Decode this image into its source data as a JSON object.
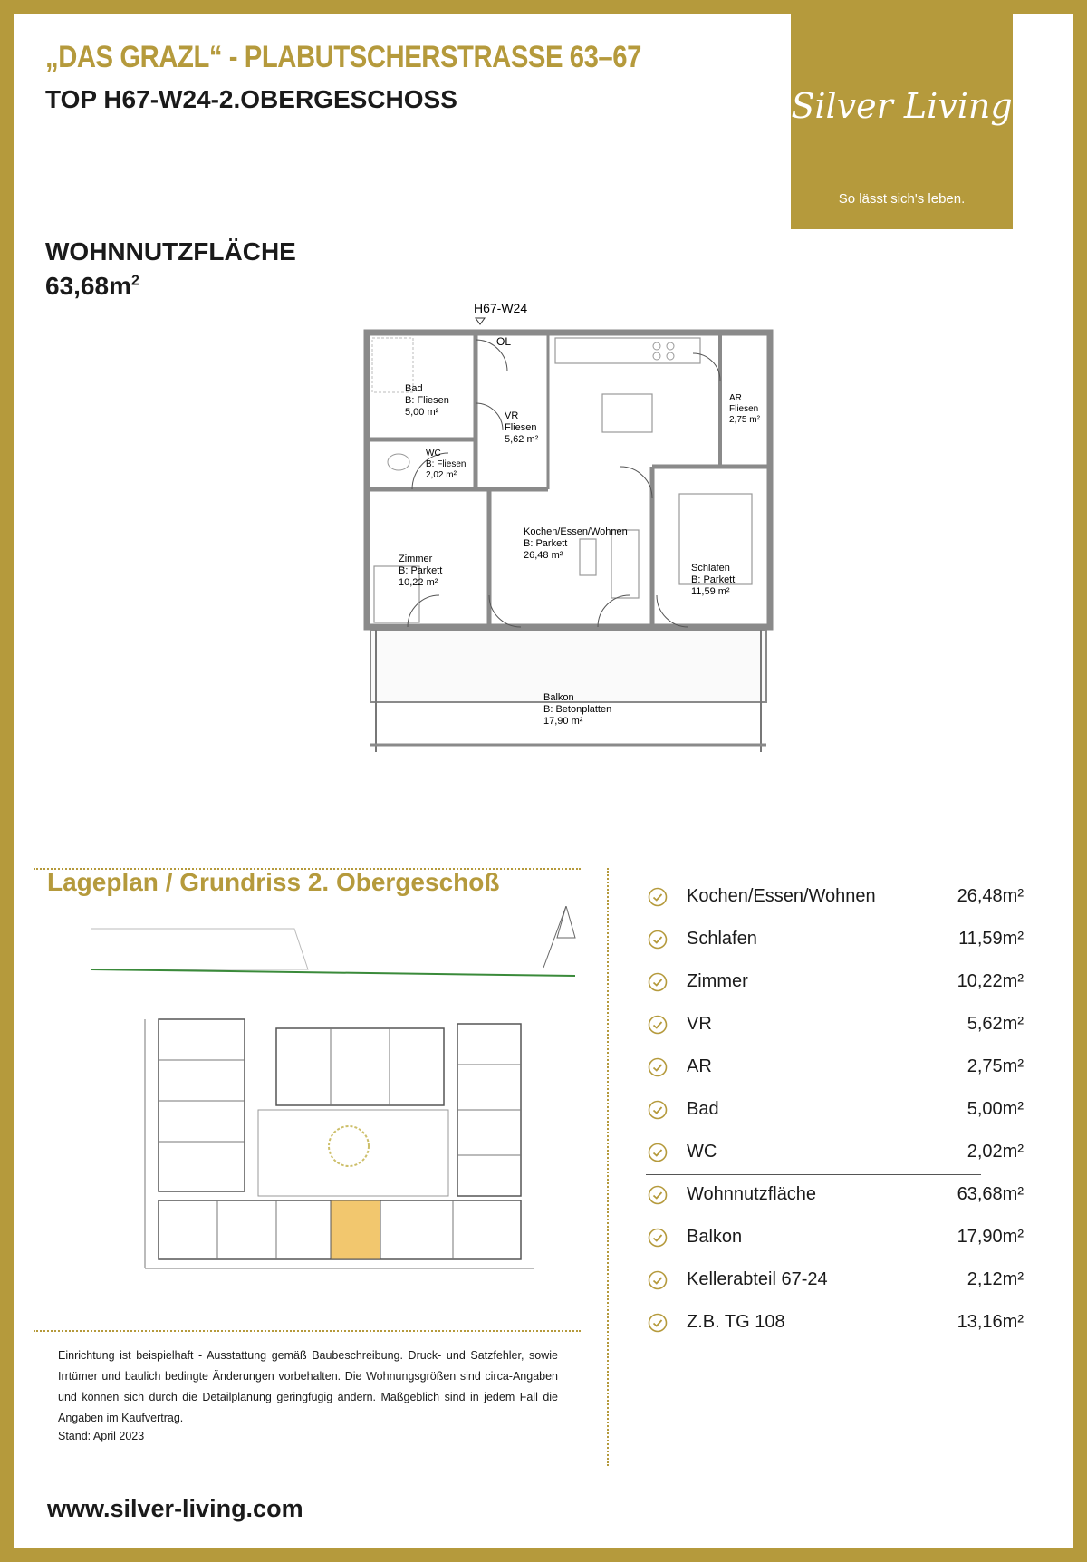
{
  "header": {
    "title": "„DAS GRAZL“ - PLABUTSCHERSTRASSE 63–67",
    "subtitle": "TOP H67-W24-2.OBERGESCHOSS"
  },
  "logo": {
    "name": "Silver Living",
    "tagline": "So lässt sich's leben."
  },
  "area": {
    "label": "WOHNNUTZFLÄCHE",
    "value": "63,68m",
    "unit_sup": "2"
  },
  "floorplan": {
    "unit_id": "H67-W24",
    "ol": "OL",
    "rooms": [
      {
        "name": "Bad",
        "floor": "B: Fliesen",
        "area": "5,00 m²"
      },
      {
        "name": "VR",
        "floor": "Fliesen",
        "area": "5,62 m²"
      },
      {
        "name": "AR",
        "floor": "Fliesen",
        "area": "2,75 m²"
      },
      {
        "name": "WC",
        "floor": "B: Fliesen",
        "area": "2,02 m²"
      },
      {
        "name": "Kochen/Essen/Wohnen",
        "floor": "B: Parkett",
        "area": "26,48 m²"
      },
      {
        "name": "Zimmer",
        "floor": "B: Parkett",
        "area": "10,22 m²"
      },
      {
        "name": "Schlafen",
        "floor": "B: Parkett",
        "area": "11,59 m²"
      },
      {
        "name": "Balkon",
        "floor": "B: Betonplatten",
        "area": "17,90 m²"
      }
    ]
  },
  "lageplan": {
    "title": "Lageplan / Grundriss 2. Obergeschoß"
  },
  "room_list": [
    {
      "name": "Kochen/Essen/Wohnen",
      "value": "26,48m²"
    },
    {
      "name": "Schlafen",
      "value": "11,59m²"
    },
    {
      "name": "Zimmer",
      "value": "10,22m²"
    },
    {
      "name": "VR",
      "value": "5,62m²"
    },
    {
      "name": "AR",
      "value": "2,75m²"
    },
    {
      "name": "Bad",
      "value": "5,00m²"
    },
    {
      "name": "WC",
      "value": "2,02m²"
    },
    {
      "name": "Wohnnutzfläche",
      "value": "63,68m²"
    },
    {
      "name": "Balkon",
      "value": "17,90m²"
    },
    {
      "name": "Kellerabteil 67-24",
      "value": "2,12m²"
    },
    {
      "name": "Z.B. TG 108",
      "value": "13,16m²"
    }
  ],
  "disclaimer": "Einrichtung ist beispielhaft - Ausstattung gemäß Baubeschreibung. Druck- und Satzfehler, sowie Irrtümer und baulich bedingte Änderungen vorbehalten. Die Wohnungsgrößen sind circa-Angaben und können sich durch die Detailplanung geringfügig ändern. Maßgeblich sind in jedem Fall die Angaben im Kaufvertrag.",
  "stand": "Stand: April 2023",
  "website": "www.silver-living.com",
  "colors": {
    "gold": "#b59a3c",
    "highlight": "#f2c76e",
    "text": "#1a1a1a"
  },
  "icons": [
    "check-circle-icon",
    "north-arrow-icon"
  ]
}
